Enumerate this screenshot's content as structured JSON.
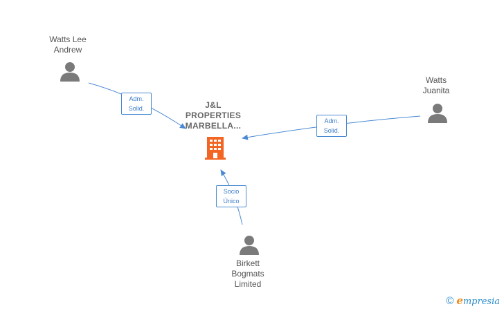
{
  "center": {
    "name_lines": [
      "J&L",
      "PROPERTIES",
      "MARBELLA..."
    ]
  },
  "nodes": [
    {
      "id": "watts-lee-andrew",
      "lines": [
        "Watts Lee",
        "Andrew"
      ]
    },
    {
      "id": "watts-juanita",
      "lines": [
        "Watts",
        "Juanita"
      ]
    },
    {
      "id": "birkett-bogmats",
      "lines": [
        "Birkett",
        "Bogmats",
        "Limited"
      ]
    }
  ],
  "edges": [
    {
      "id": "edge-watts-lee",
      "label_lines": [
        "Adm.",
        "Solid."
      ]
    },
    {
      "id": "edge-watts-juanita",
      "label_lines": [
        "Adm.",
        "Solid."
      ]
    },
    {
      "id": "edge-birkett",
      "label_lines": [
        "Socio",
        "Único"
      ]
    }
  ],
  "colors": {
    "edge": "#4a8ad4",
    "person": "#7a7a7a",
    "building": "#f26522",
    "brand_e": "#f08a1c",
    "brand": "#2a8cc9"
  },
  "footer": {
    "copyright_symbol": "©",
    "brand_initial": "e",
    "brand_rest": "mpresia"
  }
}
